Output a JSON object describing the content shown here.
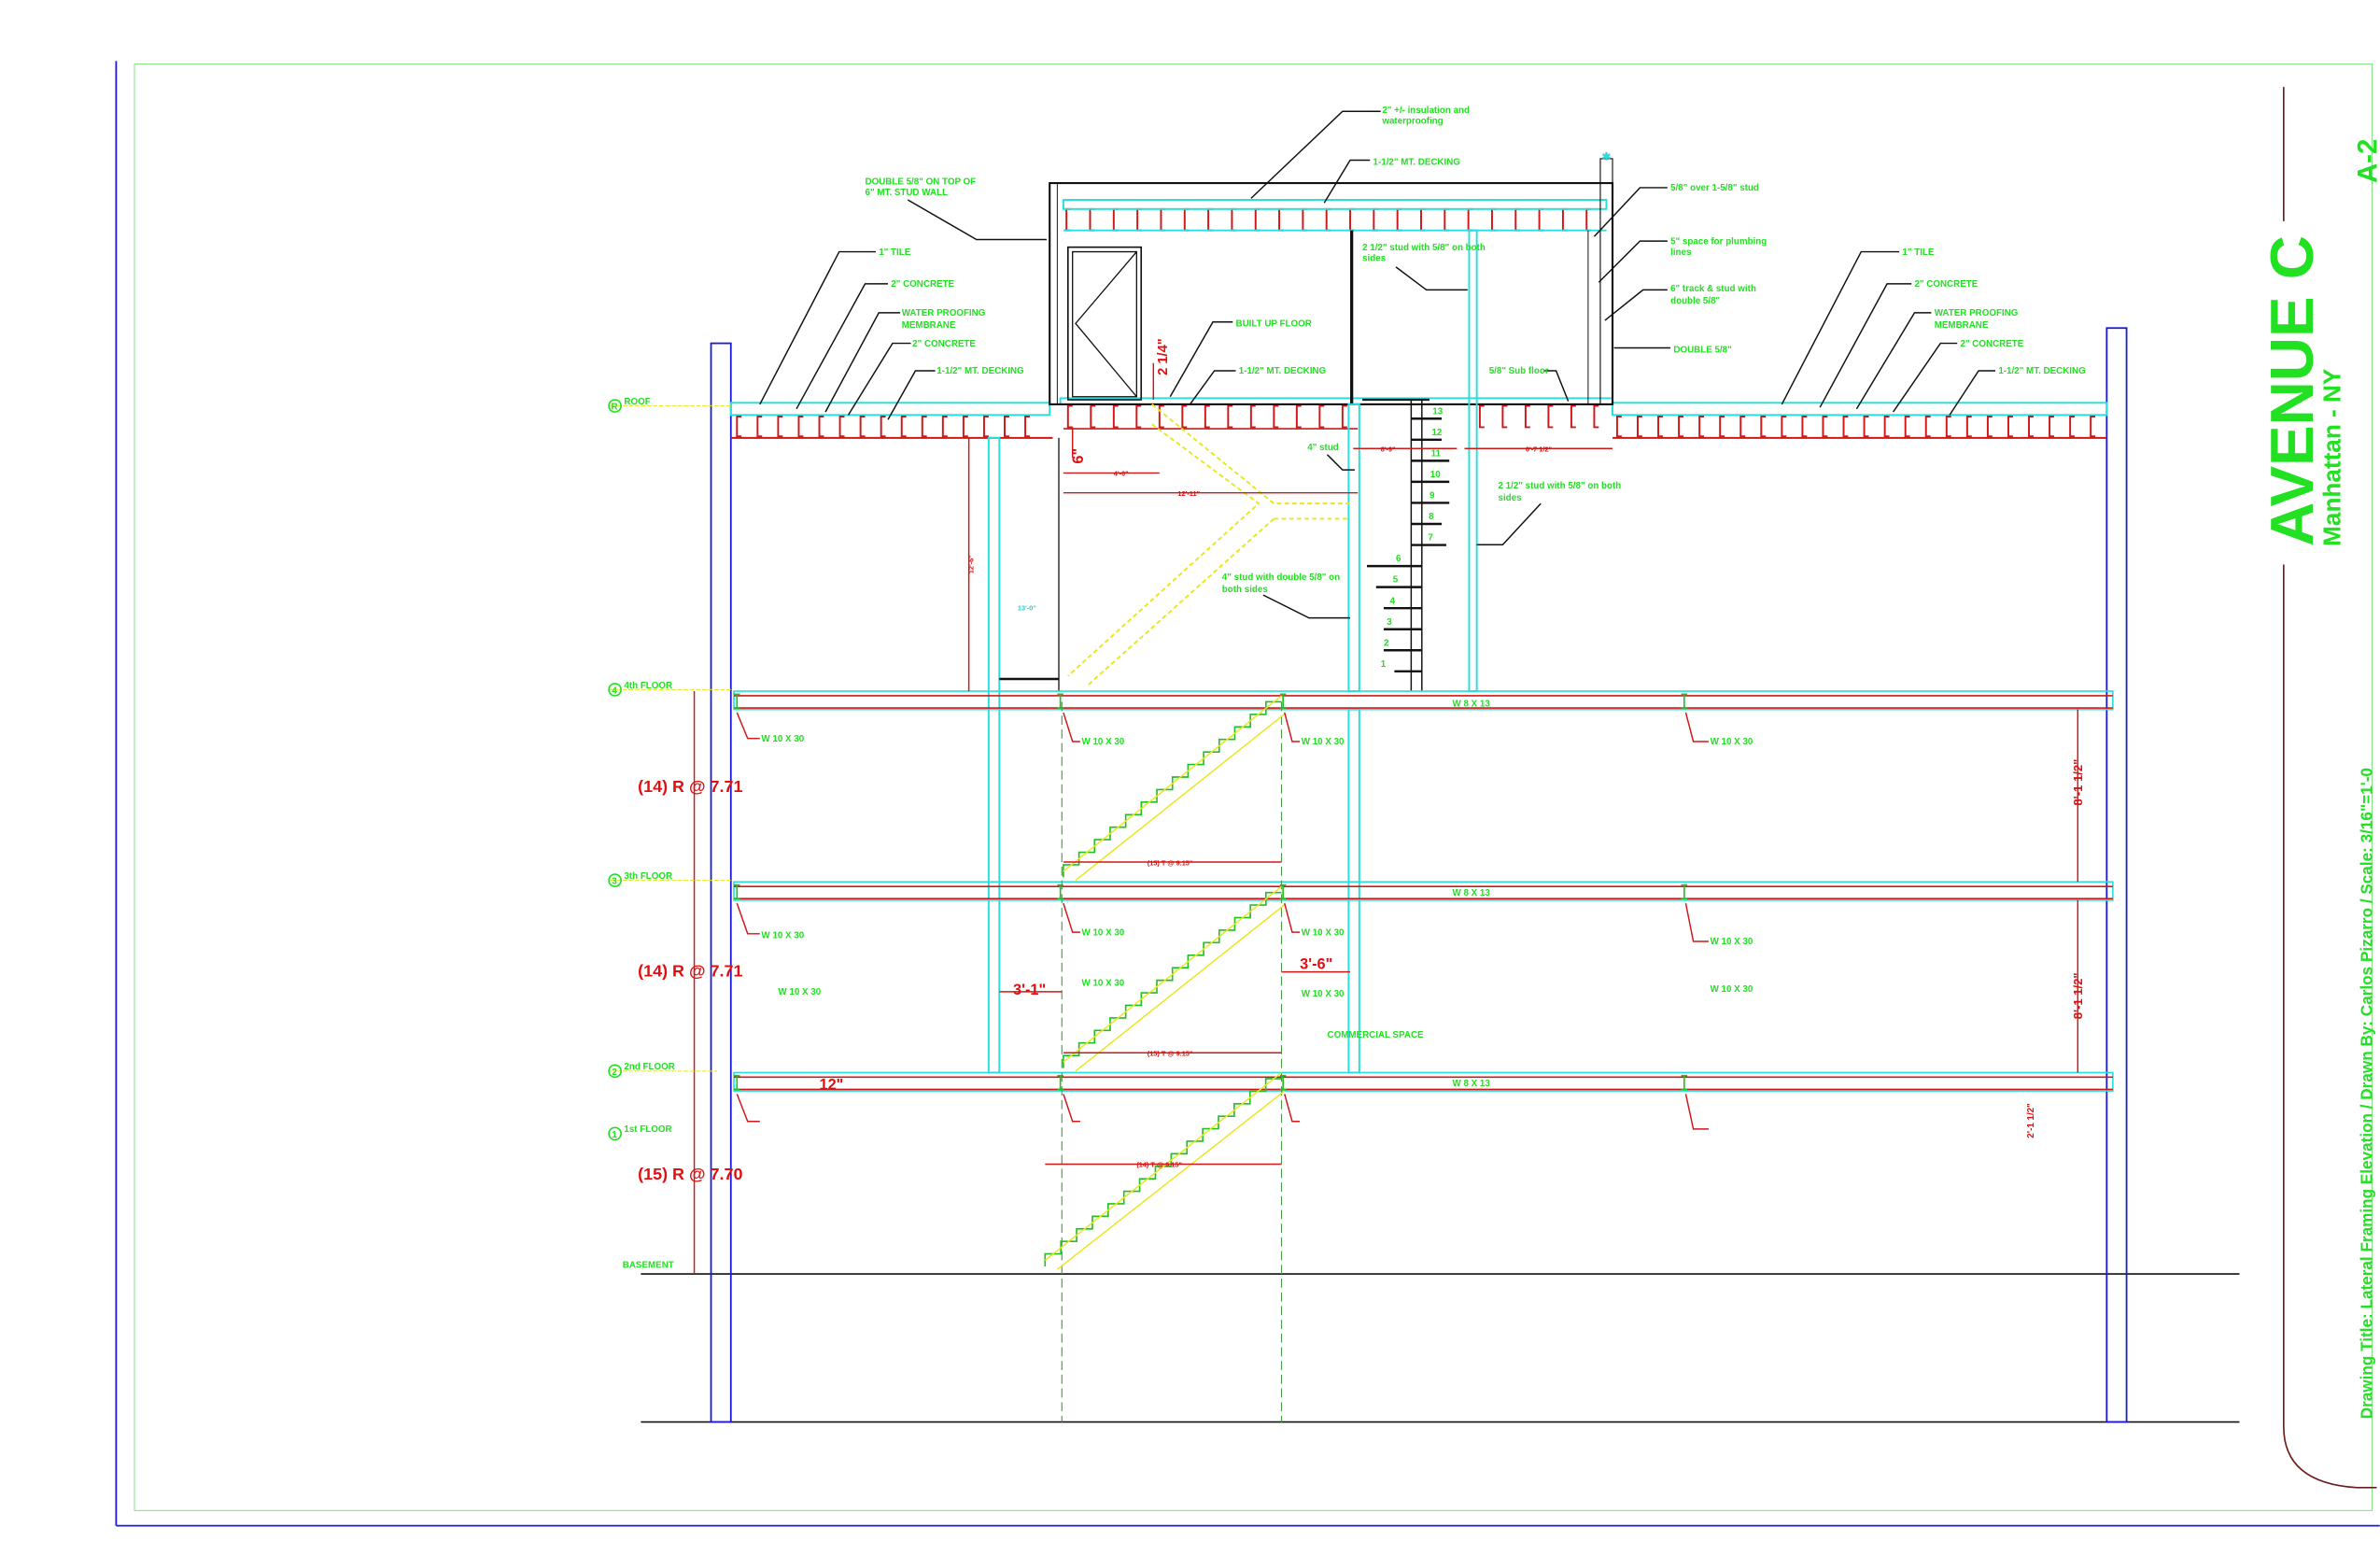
{
  "title_block": {
    "project": "AVENUE C",
    "location": "Manhattan - NY",
    "sheet": "A-2",
    "drawing_title": "Drawing Title: Lateral Framing Elevation  /  Drawn By: Carlos Pizarro  /  Scale: 3/16\"=1'-0"
  },
  "levels": {
    "roof": {
      "marker": "R",
      "label": "ROOF"
    },
    "fourth": {
      "marker": "4",
      "label": "4th FLOOR"
    },
    "third": {
      "marker": "3",
      "label": "3th FLOOR"
    },
    "second": {
      "marker": "2",
      "label": "2nd FLOOR"
    },
    "first": {
      "marker": "1",
      "label": "1st FLOOR"
    },
    "basement": {
      "label": "BASEMENT"
    }
  },
  "callouts": {
    "insulation_1": "2\" +/- insulation and",
    "insulation_2": "waterproofing",
    "pent_roof_decking": "1-1/2\" MT. DECKING",
    "double_stud_1": "DOUBLE 5/8\" ON TOP OF",
    "double_stud_2": "6\" MT. STUD WALL",
    "left_tile": "1\" TILE",
    "left_concrete_top": "2\" CONCRETE",
    "left_membrane_1": "WATER PROOFING",
    "left_membrane_2": "MEMBRANE",
    "left_concrete_bottom": "2\" CONCRETE",
    "left_decking": "1-1/2\" MT. DECKING",
    "built_up_floor": "BUILT UP FLOOR",
    "pent_floor_decking": "1-1/2\" MT. DECKING",
    "stud_both_sides_1": "2 1/2\" stud with 5/8\" on both",
    "stud_both_sides_2": "sides",
    "sub_floor": "5/8\" Sub floor",
    "over_stud": "5/8\" over 1-5/8\" stud",
    "plumbing_1": "5\" space for plumbing",
    "plumbing_2": "lines",
    "track_stud_1": "6\" track & stud with",
    "track_stud_2": "double 5/8\"",
    "double_58": "DOUBLE 5/8\"",
    "right_tile": "1\" TILE",
    "right_concrete_top": "2\" CONCRETE",
    "right_membrane_1": "WATER PROOFING",
    "right_membrane_2": "MEMBRANE",
    "right_concrete_bottom": "2\" CONCRETE",
    "right_decking": "1-1/2\" MT. DECKING",
    "four_stud": "4\" stud",
    "four_stud_double_1": "4\" stud with double 5/8\" on",
    "four_stud_double_2": "both sides",
    "stud_both_sides_b_1": "2 1/2\" stud with 5/8\" on both",
    "stud_both_sides_b_2": "sides",
    "commercial_space": "COMMERCIAL SPACE"
  },
  "beams": {
    "w10x30": "W 10 X 30",
    "w8x13": "W 8 X 13"
  },
  "dimensions": {
    "floor_2_1_4": "2 1/4\"",
    "six_in": "6\"",
    "four_ft": "4'-0\"",
    "twelve_eleven": "12'-11\"",
    "eight_nine": "8'-9\"",
    "six_seven": "6'-7 1/2\"",
    "pent_height": "12'-6\"",
    "pent_height_b": "13'-0\"",
    "risers_4_3": "(14) R @ 7.71",
    "risers_3_2": "(14) R @ 7.71",
    "risers_1_b": "(15) R @ 7.70",
    "treads_4_3": "(15) T @ 9.15\"",
    "treads_3_2": "(15) T @ 9.15\"",
    "treads_1_b": "(14) T @ 9.15\"",
    "three_one": "3'-1\"",
    "three_six": "3'-6\"",
    "twelve_in": "12\"",
    "floor_height_a": "8'-1 1/2\"",
    "floor_height_b": "8'-1 1/2\"",
    "two_one": "2'-1 1/2\""
  },
  "ladder_steps": [
    "1",
    "2",
    "3",
    "4",
    "5",
    "6",
    "7",
    "8",
    "9",
    "10",
    "11",
    "12",
    "13"
  ],
  "colors": {
    "annotation": "#22e022",
    "dimension": "#e01010",
    "wall": "#28dede",
    "structure": "#1a1ad8",
    "stair": "#e8e820"
  }
}
